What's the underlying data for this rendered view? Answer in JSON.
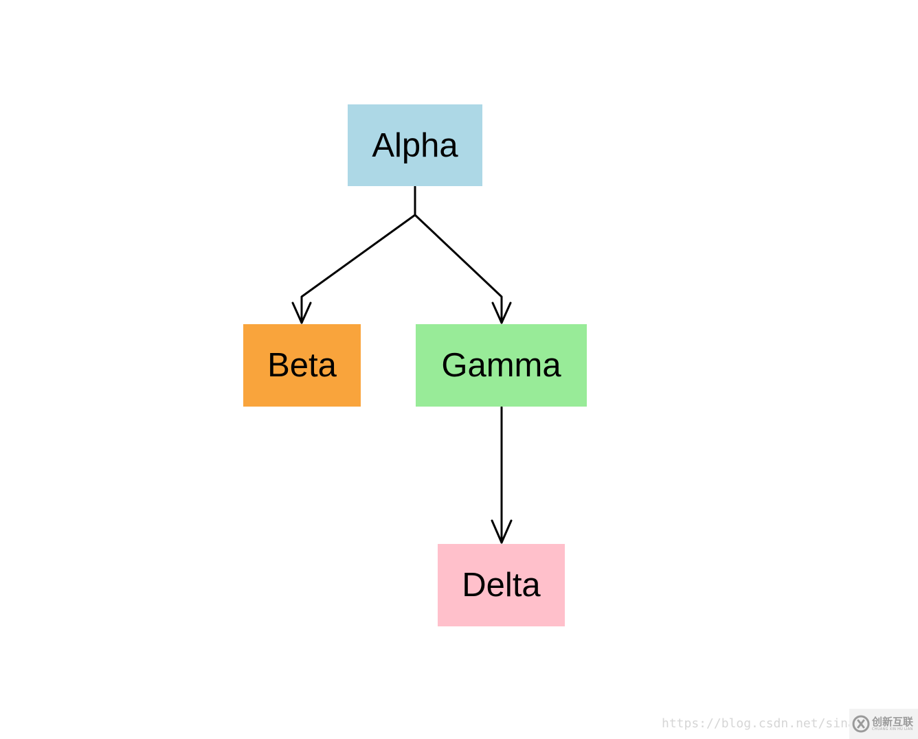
{
  "diagram": {
    "nodes": [
      {
        "id": "alpha",
        "label": "Alpha",
        "color": "#add8e6"
      },
      {
        "id": "beta",
        "label": "Beta",
        "color": "#f9a43c"
      },
      {
        "id": "gamma",
        "label": "Gamma",
        "color": "#98eb98"
      },
      {
        "id": "delta",
        "label": "Delta",
        "color": "#ffc0cb"
      }
    ],
    "edges": [
      {
        "from": "alpha",
        "to": "beta"
      },
      {
        "from": "alpha",
        "to": "gamma"
      },
      {
        "from": "gamma",
        "to": "delta"
      }
    ],
    "edge_color": "#000000"
  },
  "watermark": {
    "url": "https://blog.csdn.net/sinat",
    "logo_text": "创新互联",
    "logo_subtext": "CHUANG XIN HU LIAN",
    "logo_icon": "cx-logo-icon"
  }
}
